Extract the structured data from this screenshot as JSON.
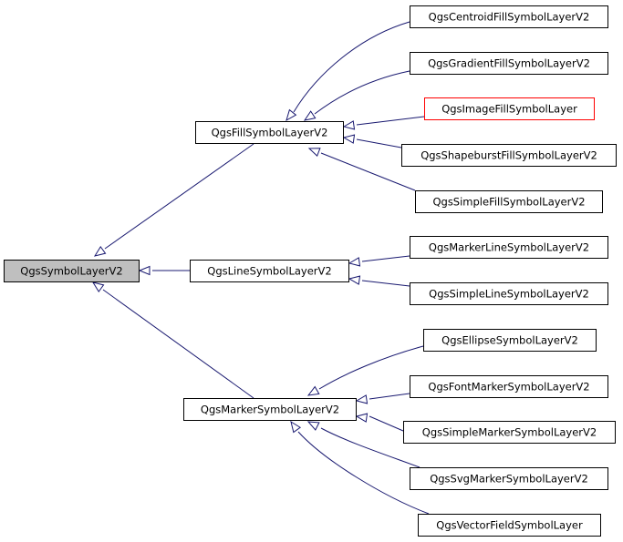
{
  "colors": {
    "edge": "#191970",
    "border": "#000000",
    "missing_border": "#ff0000",
    "root_fill": "#bfbfbf",
    "node_fill": "#ffffff",
    "text": "#000000"
  },
  "nodes": [
    {
      "id": "root",
      "label": "QgsSymbolLayerV2",
      "kind": "root"
    },
    {
      "id": "fill",
      "label": "QgsFillSymbolLayerV2",
      "kind": "normal"
    },
    {
      "id": "line",
      "label": "QgsLineSymbolLayerV2",
      "kind": "normal"
    },
    {
      "id": "marker",
      "label": "QgsMarkerSymbolLayerV2",
      "kind": "normal"
    },
    {
      "id": "centroid",
      "label": "QgsCentroidFillSymbolLayerV2",
      "kind": "normal"
    },
    {
      "id": "gradient",
      "label": "QgsGradientFillSymbolLayerV2",
      "kind": "normal"
    },
    {
      "id": "image",
      "label": "QgsImageFillSymbolLayer",
      "kind": "missing"
    },
    {
      "id": "shapeburst",
      "label": "QgsShapeburstFillSymbolLayerV2",
      "kind": "normal"
    },
    {
      "id": "simplefill",
      "label": "QgsSimpleFillSymbolLayerV2",
      "kind": "normal"
    },
    {
      "id": "markerline",
      "label": "QgsMarkerLineSymbolLayerV2",
      "kind": "normal"
    },
    {
      "id": "simpleline",
      "label": "QgsSimpleLineSymbolLayerV2",
      "kind": "normal"
    },
    {
      "id": "ellipse",
      "label": "QgsEllipseSymbolLayerV2",
      "kind": "normal"
    },
    {
      "id": "fontmarker",
      "label": "QgsFontMarkerSymbolLayerV2",
      "kind": "normal"
    },
    {
      "id": "simplemarker",
      "label": "QgsSimpleMarkerSymbolLayerV2",
      "kind": "normal"
    },
    {
      "id": "svgmarker",
      "label": "QgsSvgMarkerSymbolLayerV2",
      "kind": "normal"
    },
    {
      "id": "vectorfield",
      "label": "QgsVectorFieldSymbolLayer",
      "kind": "normal"
    }
  ],
  "edges": [
    {
      "from": "fill",
      "to": "root"
    },
    {
      "from": "line",
      "to": "root"
    },
    {
      "from": "marker",
      "to": "root"
    },
    {
      "from": "centroid",
      "to": "fill"
    },
    {
      "from": "gradient",
      "to": "fill"
    },
    {
      "from": "image",
      "to": "fill"
    },
    {
      "from": "shapeburst",
      "to": "fill"
    },
    {
      "from": "simplefill",
      "to": "fill"
    },
    {
      "from": "markerline",
      "to": "line"
    },
    {
      "from": "simpleline",
      "to": "line"
    },
    {
      "from": "ellipse",
      "to": "marker"
    },
    {
      "from": "fontmarker",
      "to": "marker"
    },
    {
      "from": "simplemarker",
      "to": "marker"
    },
    {
      "from": "svgmarker",
      "to": "marker"
    },
    {
      "from": "vectorfield",
      "to": "marker"
    }
  ]
}
